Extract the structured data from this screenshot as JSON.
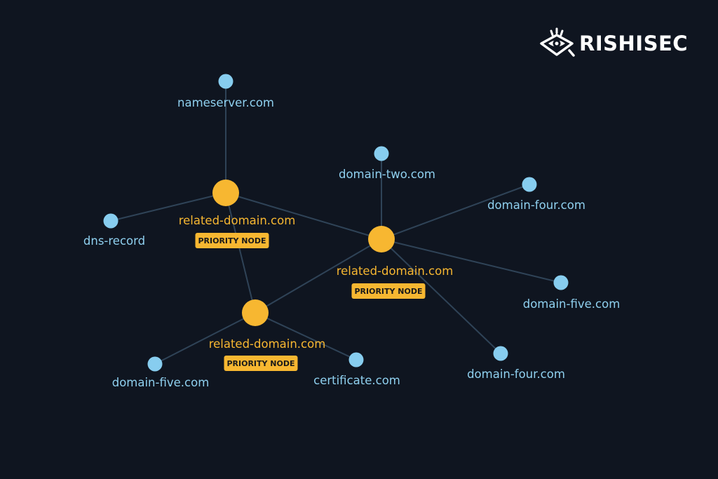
{
  "brand": {
    "name": "RISHISEC",
    "logo_icon": "eye-shield-icon"
  },
  "colors": {
    "background": "#0f1520",
    "edge": "#2f4357",
    "minor_node": "#87cdef",
    "priority_node": "#f7b731",
    "badge_text": "#1a1a1a"
  },
  "graph": {
    "nodes": [
      {
        "id": "nameserver",
        "label": "nameserver.com",
        "type": "minor"
      },
      {
        "id": "rel_a",
        "label": "related-domain.com",
        "type": "priority",
        "badge": "PRIORITY NODE"
      },
      {
        "id": "dns",
        "label": "dns-record",
        "type": "minor"
      },
      {
        "id": "domain_two",
        "label": "domain-two.com",
        "type": "minor"
      },
      {
        "id": "rel_b",
        "label": "related-domain.com",
        "type": "priority",
        "badge": "PRIORITY NODE"
      },
      {
        "id": "domain_four_a",
        "label": "domain-four.com",
        "type": "minor"
      },
      {
        "id": "domain_five_a",
        "label": "domain-five.com",
        "type": "minor"
      },
      {
        "id": "domain_four_b",
        "label": "domain-four.com",
        "type": "minor"
      },
      {
        "id": "rel_c",
        "label": "related-domain.com",
        "type": "priority",
        "badge": "PRIORITY NODE"
      },
      {
        "id": "domain_five_b",
        "label": "domain-five.com",
        "type": "minor"
      },
      {
        "id": "certificate",
        "label": "certificate.com",
        "type": "minor"
      }
    ],
    "edges": [
      [
        "nameserver",
        "rel_a"
      ],
      [
        "dns",
        "rel_a"
      ],
      [
        "rel_a",
        "rel_b"
      ],
      [
        "rel_a",
        "rel_c"
      ],
      [
        "domain_two",
        "rel_b"
      ],
      [
        "rel_b",
        "domain_four_a"
      ],
      [
        "rel_b",
        "domain_five_a"
      ],
      [
        "rel_b",
        "domain_four_b"
      ],
      [
        "rel_b",
        "rel_c"
      ],
      [
        "rel_c",
        "domain_five_b"
      ],
      [
        "rel_c",
        "certificate"
      ]
    ]
  }
}
